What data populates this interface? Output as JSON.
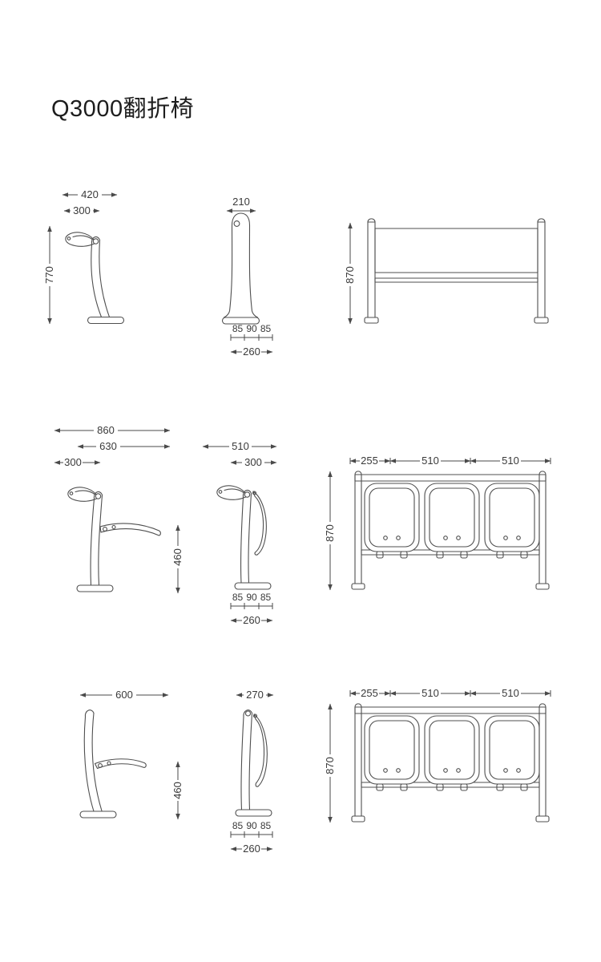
{
  "title": "Q3000翻折椅",
  "colors": {
    "line": "#4f4f4f",
    "dim_text": "#3a3a3a",
    "background": "#ffffff"
  },
  "views": {
    "r1_side": {
      "dims": {
        "w420": "420",
        "w300": "300",
        "h770": "770"
      }
    },
    "r1_front": {
      "dims": {
        "w210": "210",
        "b85a": "85",
        "b90": "90",
        "b85b": "85",
        "w260": "260"
      }
    },
    "r1_frame": {
      "dims": {
        "h870": "870"
      }
    },
    "r2_open": {
      "dims": {
        "w860": "860",
        "w630": "630",
        "w300": "300",
        "h460": "460"
      }
    },
    "r2_closed": {
      "dims": {
        "w510": "510",
        "w300": "300",
        "b85a": "85",
        "b90": "90",
        "b85b": "85",
        "w260": "260"
      }
    },
    "r2_bench": {
      "dims": {
        "d255": "255",
        "d510a": "510",
        "d510b": "510",
        "h870": "870"
      }
    },
    "r3_side": {
      "dims": {
        "w600": "600",
        "h460": "460"
      }
    },
    "r3_closed": {
      "dims": {
        "w270": "270",
        "b85a": "85",
        "b90": "90",
        "b85b": "85",
        "w260": "260"
      }
    },
    "r3_bench": {
      "dims": {
        "d255": "255",
        "d510a": "510",
        "d510b": "510",
        "h870": "870"
      }
    }
  }
}
